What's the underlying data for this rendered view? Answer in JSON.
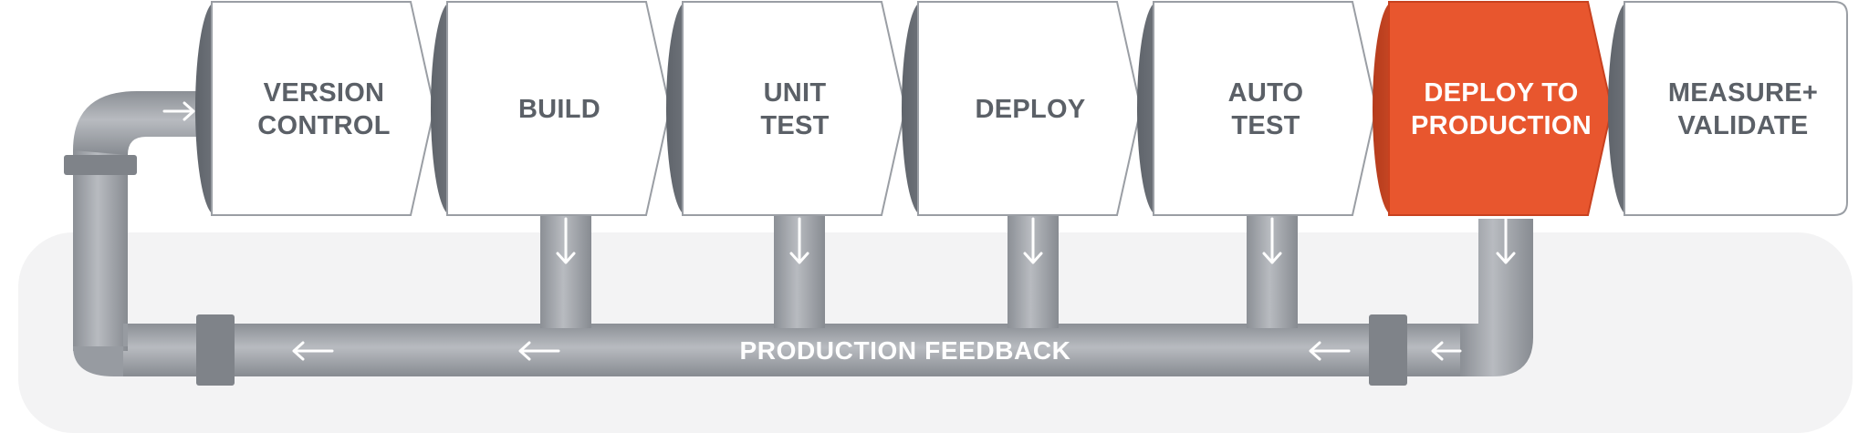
{
  "stages": [
    {
      "line1": "VERSION",
      "line2": "CONTROL",
      "active": false
    },
    {
      "line1": "BUILD",
      "line2": "",
      "active": false
    },
    {
      "line1": "UNIT",
      "line2": "TEST",
      "active": false
    },
    {
      "line1": "DEPLOY",
      "line2": "",
      "active": false
    },
    {
      "line1": "AUTO",
      "line2": "TEST",
      "active": false
    },
    {
      "line1": "DEPLOY TO",
      "line2": "PRODUCTION",
      "active": true
    },
    {
      "line1": "MEASURE+",
      "line2": "VALIDATE",
      "active": false
    }
  ],
  "feedback": {
    "label": "PRODUCTION FEEDBACK"
  },
  "colors": {
    "stage_face": "#ffffff",
    "stage_side": "#6f747b",
    "stage_edge": "#9a9ea4",
    "active_face": "#e8562e",
    "active_side": "#c8411f",
    "pipe": "#a6aaaf",
    "pipe_dark": "#8e9298",
    "text": "#5b6067"
  }
}
